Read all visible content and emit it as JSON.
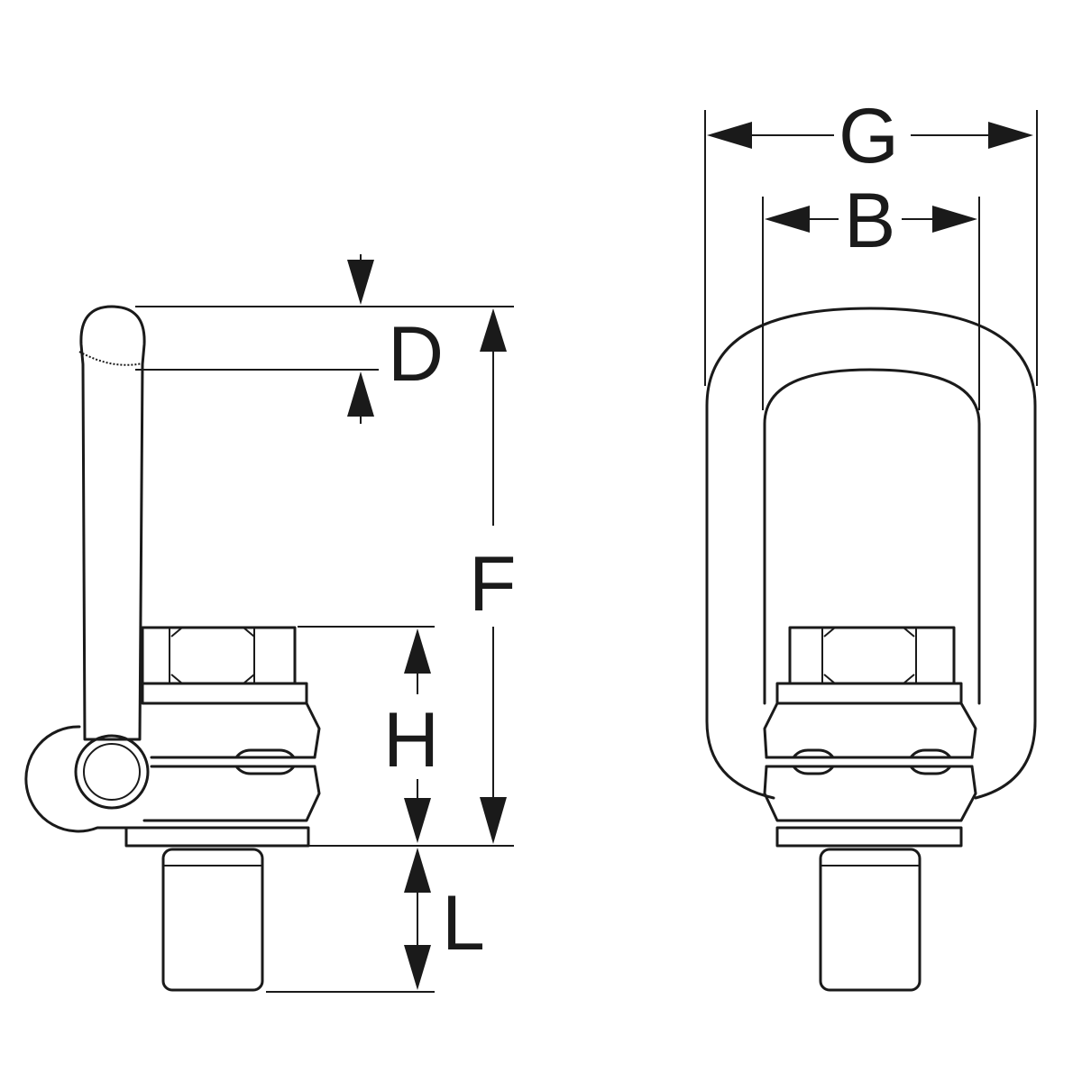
{
  "labels": {
    "d": "D",
    "f": "F",
    "h": "H",
    "l": "L",
    "g": "G",
    "b": "B"
  }
}
